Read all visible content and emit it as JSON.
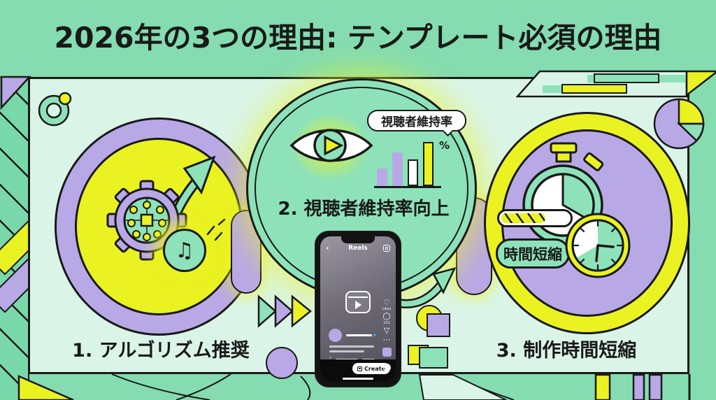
{
  "title": "2026年の3つの理由: テンプレート必須の理由",
  "reasons": [
    {
      "label": "1. アルゴリズム推奨"
    },
    {
      "label": "2. 視聴者維持率向上"
    },
    {
      "label": "3. 制作時間短縮"
    }
  ],
  "badges": {
    "retention": "視聴者維持率",
    "time_saving": "時間短縮",
    "percent": "%"
  },
  "retention_chart": {
    "type": "bar",
    "title": "視聴者維持率",
    "unit": "%",
    "bars": [
      {
        "fill": "#b9a8e6",
        "height": 25,
        "outlined": false
      },
      {
        "fill": "#b9a8e6",
        "height": 48,
        "outlined": false
      },
      {
        "fill": "#ffffff",
        "height": 38,
        "outlined": true
      },
      {
        "fill": "#eaf222",
        "height": 63,
        "outlined": true
      }
    ]
  },
  "phone": {
    "back_glyph": "‹",
    "title": "Reels",
    "likes_label": "Likes",
    "comments_label": "101",
    "create_label": "Create"
  },
  "icons": {
    "music_note": "♫",
    "heart": "♡",
    "share": "▽",
    "more": "⋯"
  },
  "colors": {
    "background": "#84dcb0",
    "panel": "#daf5e8",
    "purple": "#b9a8e6",
    "yellow": "#eaf222",
    "green": "#8de2ba",
    "ink": "#191919"
  }
}
